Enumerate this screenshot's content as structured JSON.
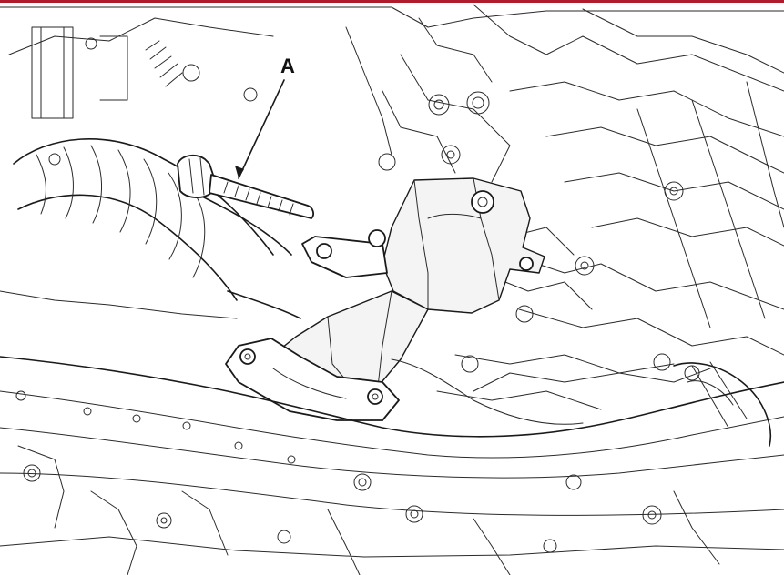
{
  "diagram": {
    "callout_label": "A",
    "colors": {
      "line": "#1a1a1a",
      "background": "#ffffff",
      "top_border": "#b01c2e"
    },
    "components": [
      "bolt-a",
      "mount-bracket",
      "engine-block",
      "subframe",
      "exhaust-pipe"
    ]
  }
}
